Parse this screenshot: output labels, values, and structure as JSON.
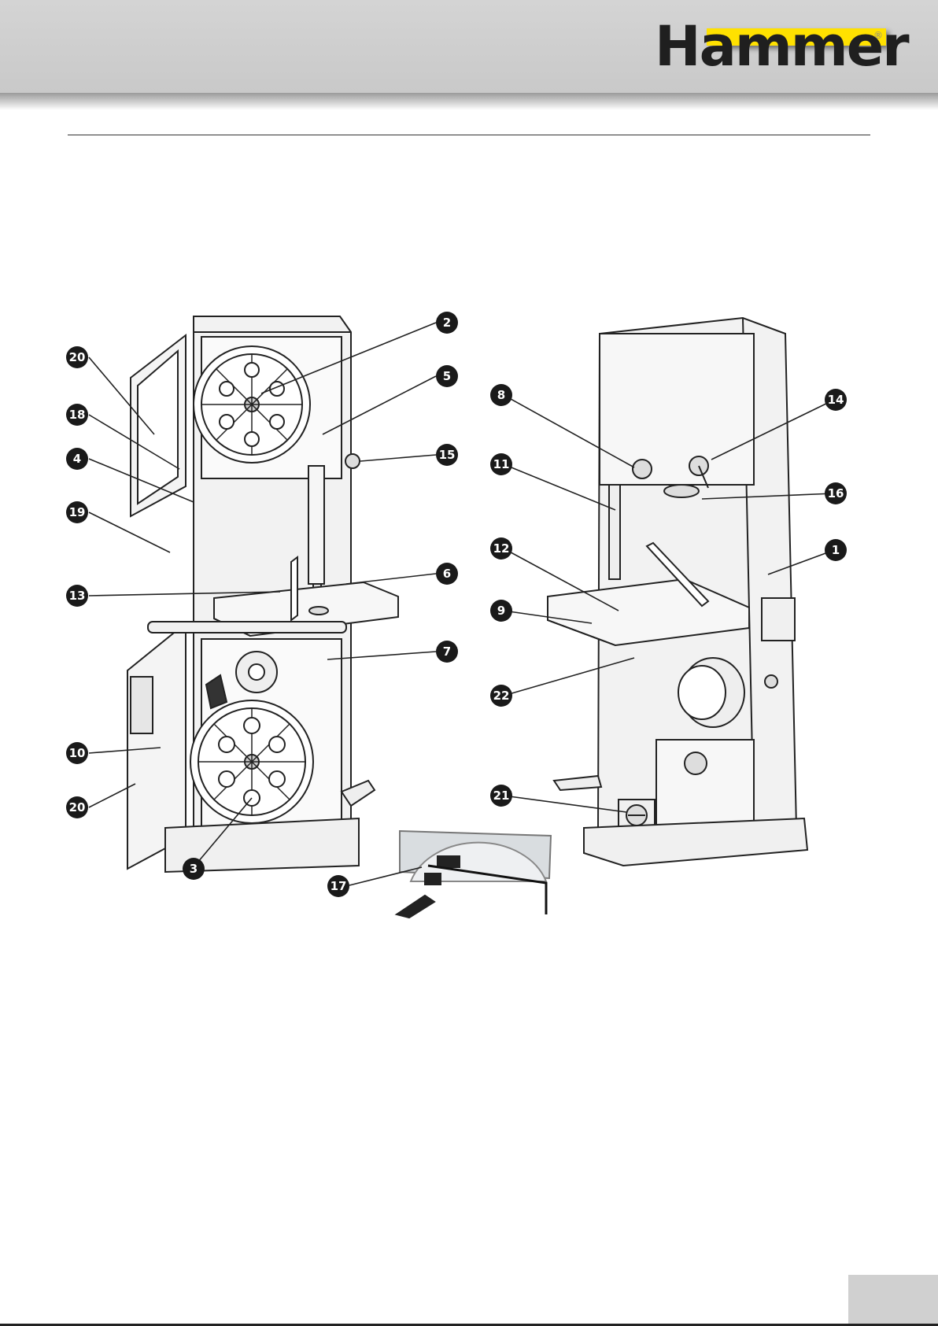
{
  "brand": {
    "name": "Hammer",
    "registered": "®",
    "accent_color": "#ffe100"
  },
  "callouts": {
    "n1": "1",
    "n2": "2",
    "n3": "3",
    "n4": "4",
    "n5": "5",
    "n6": "6",
    "n7": "7",
    "n8": "8",
    "n9": "9",
    "n10": "10",
    "n11": "11",
    "n12": "12",
    "n13": "13",
    "n14": "14",
    "n15": "15",
    "n16": "16",
    "n17": "17",
    "n18": "18",
    "n19": "19",
    "n20a": "20",
    "n20b": "20",
    "n21": "21",
    "n22": "22"
  }
}
